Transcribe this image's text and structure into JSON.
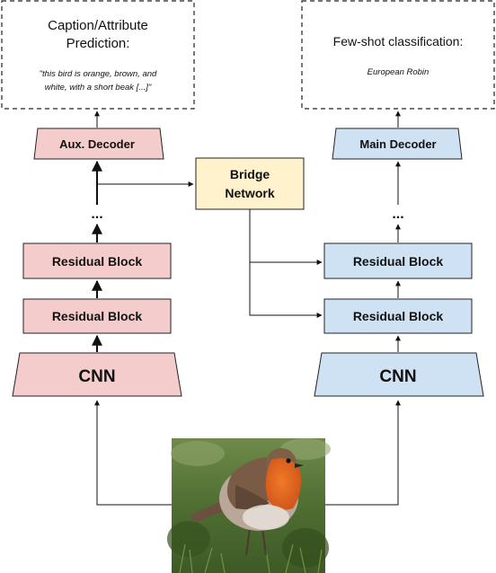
{
  "left_output": {
    "title_line1": "Caption/Attribute",
    "title_line2": "Prediction:",
    "example_line1": "\"this bird is orange, brown, and",
    "example_line2": "white, with a short beak [...]\""
  },
  "right_output": {
    "title": "Few-shot classification:",
    "example": "European Robin"
  },
  "left_branch": {
    "decoder": "Aux. Decoder",
    "ellipsis": "...",
    "block_upper": "Residual Block",
    "block_lower": "Residual Block",
    "cnn": "CNN"
  },
  "right_branch": {
    "decoder": "Main Decoder",
    "ellipsis": "...",
    "block_upper": "Residual Block",
    "block_lower": "Residual Block",
    "cnn": "CNN"
  },
  "bridge": {
    "line1": "Bridge",
    "line2": "Network"
  },
  "colors": {
    "left_fill": "#f4cccc",
    "right_fill": "#cfe2f3",
    "bridge_fill": "#fff2cc",
    "stroke": "#222222"
  },
  "input_image": {
    "subject": "robin-bird-photo"
  }
}
